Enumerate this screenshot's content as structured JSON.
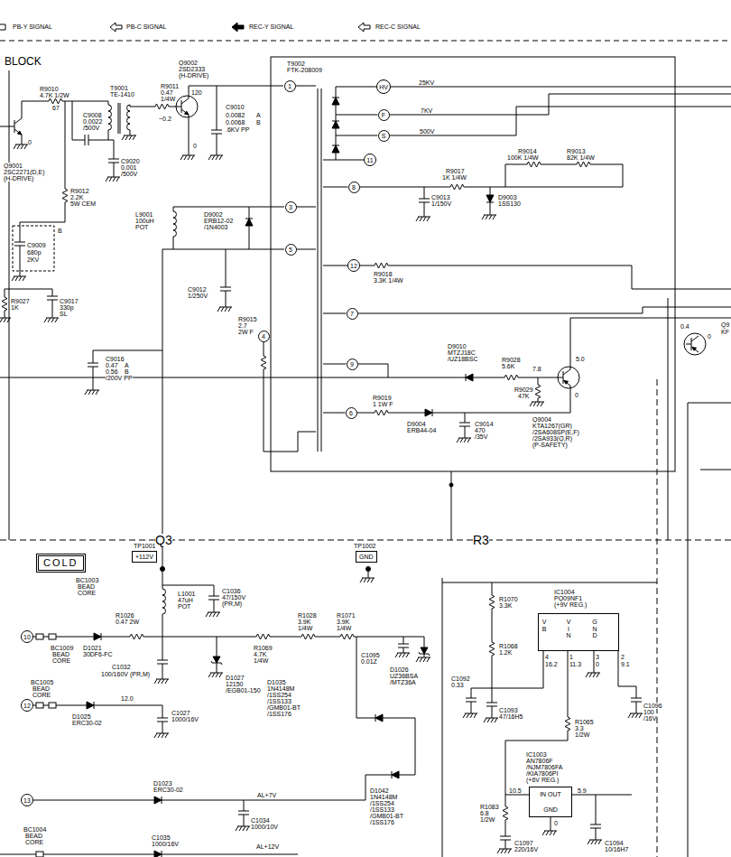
{
  "diagram": {
    "nodes": [
      {
        "text": [
          "1"
        ]
      },
      {
        "text": [
          "HV"
        ]
      },
      {
        "text": [
          "F"
        ]
      },
      {
        "text": [
          "S"
        ]
      },
      {
        "text": [
          "11"
        ]
      },
      {
        "text": [
          "8"
        ]
      },
      {
        "text": [
          "3"
        ]
      },
      {
        "text": [
          "5"
        ]
      },
      {
        "text": [
          "12"
        ]
      },
      {
        "text": [
          "7"
        ]
      },
      {
        "text": [
          "4"
        ]
      },
      {
        "text": [
          "9"
        ]
      },
      {
        "text": [
          "6"
        ]
      },
      {
        "text": [
          "+112V"
        ]
      },
      {
        "text": [
          "GND"
        ]
      },
      {
        "text": [
          "COLD"
        ]
      },
      {
        "text": [
          "V B",
          "V I N",
          "G N D"
        ]
      },
      {
        "text": [
          "10"
        ]
      },
      {
        "text": [
          "12"
        ]
      },
      {
        "text": [
          "IN OUT",
          "GND"
        ]
      },
      {
        "text": [
          "13"
        ]
      }
    ],
    "labels": [
      "PB-Y SIGNAL",
      "PB-C SIGNAL",
      "REC-Y SIGNAL",
      "REC-C SIGNAL",
      "BLOCK",
      "R9010",
      "4.7K 1/2W",
      "67",
      "0",
      "C9008",
      "0.0022",
      "/500V",
      "T9001",
      "TE-1410",
      "R9011",
      "0.47",
      "1/4W",
      "~0.2",
      "Q9002",
      "2SD2333",
      "(H-DRIVE)",
      "120",
      "0",
      "C9010",
      "0.0082",
      "A",
      "0.0068",
      "B",
      ".6KV PP",
      "Q9001",
      "2SC2271(D,E)",
      "(H-DRIVE)",
      "C9020",
      "0.001",
      "/500V",
      "R9012",
      "2.2K",
      "5W CEM",
      "L9001",
      "100uH",
      "POT",
      "D9002",
      "ERB12-02",
      "/1N4003",
      "B",
      "C9009",
      "680p",
      "2KV",
      "R9027",
      "1K",
      "C9017",
      "330p",
      "SL",
      "C9012",
      "1/250V",
      "R9015",
      "2.7",
      "2W F",
      "C9016",
      "0.47",
      "A",
      "0.56",
      "B",
      "/200V PP",
      "T9002",
      "FTK-208009",
      "25KV",
      "7KV",
      "500V",
      "R9014",
      "100K 1/4W",
      "R9013",
      "82K 1/4W",
      "R9017",
      "1K 1/4W",
      "C9013",
      "1/150V",
      "D9003",
      "1SS130",
      "R9018",
      "3.3K 1/4W",
      "D9010",
      "MTZJ18C",
      "/UZ18BSC",
      "R9028",
      "5.6K",
      "7.8",
      "5.0",
      "0",
      "R9029",
      "47K",
      "R9019",
      "1 1W F",
      "D9004",
      "ERB44-04",
      "C9014",
      "470",
      "/35V",
      "Q9004",
      "KTA1267(GR)",
      "/2SA608SP(E,F)",
      "/2SA933(Q,R)",
      "(P-SAFETY)",
      "0.4",
      "0",
      "Q9",
      "KF",
      "Q3",
      "R3",
      "TP1001",
      "TP1002",
      "BC1003",
      "BEAD",
      "CORE",
      "R1026",
      "0.47 2W",
      "L1001",
      "47uH",
      "POT",
      "C1036",
      "47/150V",
      "(PR,M)",
      "R1028",
      "3.9K",
      "1/4W",
      "R1071",
      "3.9K",
      "1/4W",
      "BC1009",
      "BEAD",
      "CORE",
      "D1021",
      "30DF6-FC",
      "R1069",
      "4.7K",
      "1/4W",
      "C1095",
      "0.01Z",
      "D1026",
      "UZ36BSA",
      "/MTZ36A",
      "C1032",
      "100/160V (PR,M)",
      "D1027",
      "12150",
      "/EGB01-150",
      "D1035",
      "1N4148M",
      "/1SS254",
      "/1SS133",
      "/GMB01-BT",
      "/1SS176",
      "BC1005",
      "BEAD",
      "CORE",
      "12.0",
      "C1027",
      "1000/16V",
      "D1025",
      "ERC30-02",
      "D1023",
      "ERC30-02",
      "AL+7V",
      "C1034",
      "1000/10V",
      "BC1004",
      "BEAD",
      "CORE",
      "C1035",
      "1000/16V",
      "AL+12V",
      "D1042",
      "1N4148M",
      "/1SS254",
      "/1SS133",
      "/GMB01-BT",
      "/1SS176",
      "R1070",
      "3.3K",
      "R1068",
      "1.2K",
      "IC1004",
      "PQ09NF1",
      "(+9V REG.)",
      "4",
      "1",
      "3",
      "2",
      "16.2",
      "11.3",
      "0",
      "9.1",
      "C1092",
      "0.33",
      "C1093",
      "47/16H5",
      "R1065",
      "3.3",
      "1/2W",
      "C1096",
      "100",
      "/16V",
      "IC1003",
      "AN7806F",
      "/NJM7806FA",
      "/KIA7806PI",
      "(+6V REG.)",
      "R1083",
      "6.8",
      "1/2W",
      "10.5",
      "5.9",
      "0",
      "C1097",
      "220/16V",
      "C1094",
      "10/16H7"
    ]
  }
}
